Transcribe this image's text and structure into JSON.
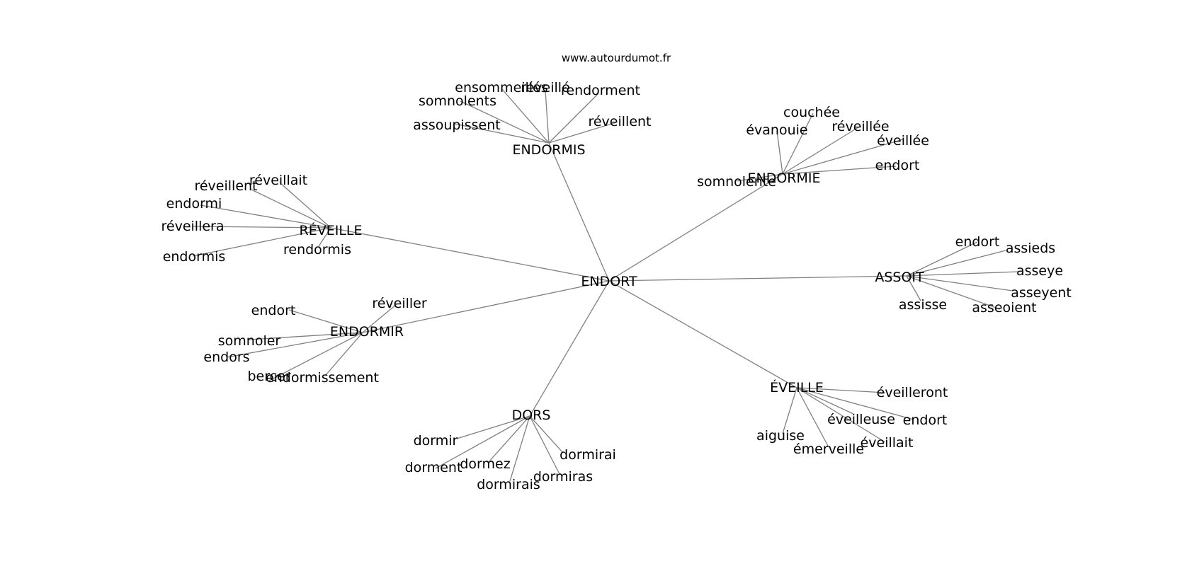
{
  "source": "www.autourdumot.fr",
  "center": "ENDORT",
  "clusters": [
    {
      "label": "ENDORMIS",
      "leaves": [
        "ensommeillés",
        "réveillé",
        "rendorment",
        "somnolents",
        "assoupissent",
        "réveillent"
      ]
    },
    {
      "label": "ENDORMIE",
      "leaves": [
        "couchée",
        "évanouie",
        "réveillée",
        "éveillée",
        "endort",
        "somnolente"
      ]
    },
    {
      "label": "RÉVEILLE",
      "leaves": [
        "réveillait",
        "réveillent",
        "endormi",
        "réveillera",
        "endormis",
        "rendormis"
      ]
    },
    {
      "label": "ASSOIT",
      "leaves": [
        "endort",
        "assieds",
        "asseye",
        "asseyent",
        "asseoient",
        "assisse"
      ]
    },
    {
      "label": "ENDORMIR",
      "leaves": [
        "réveiller",
        "endort",
        "somnoler",
        "endors",
        "bercer",
        "endormissement"
      ]
    },
    {
      "label": "ÉVEILLE",
      "leaves": [
        "éveilleront",
        "éveilleuse",
        "endort",
        "aiguise",
        "éveillait",
        "émerveille"
      ]
    },
    {
      "label": "DORS",
      "leaves": [
        "dormir",
        "dorment",
        "dormez",
        "dormirais",
        "dormiras",
        "dormirai"
      ]
    }
  ]
}
